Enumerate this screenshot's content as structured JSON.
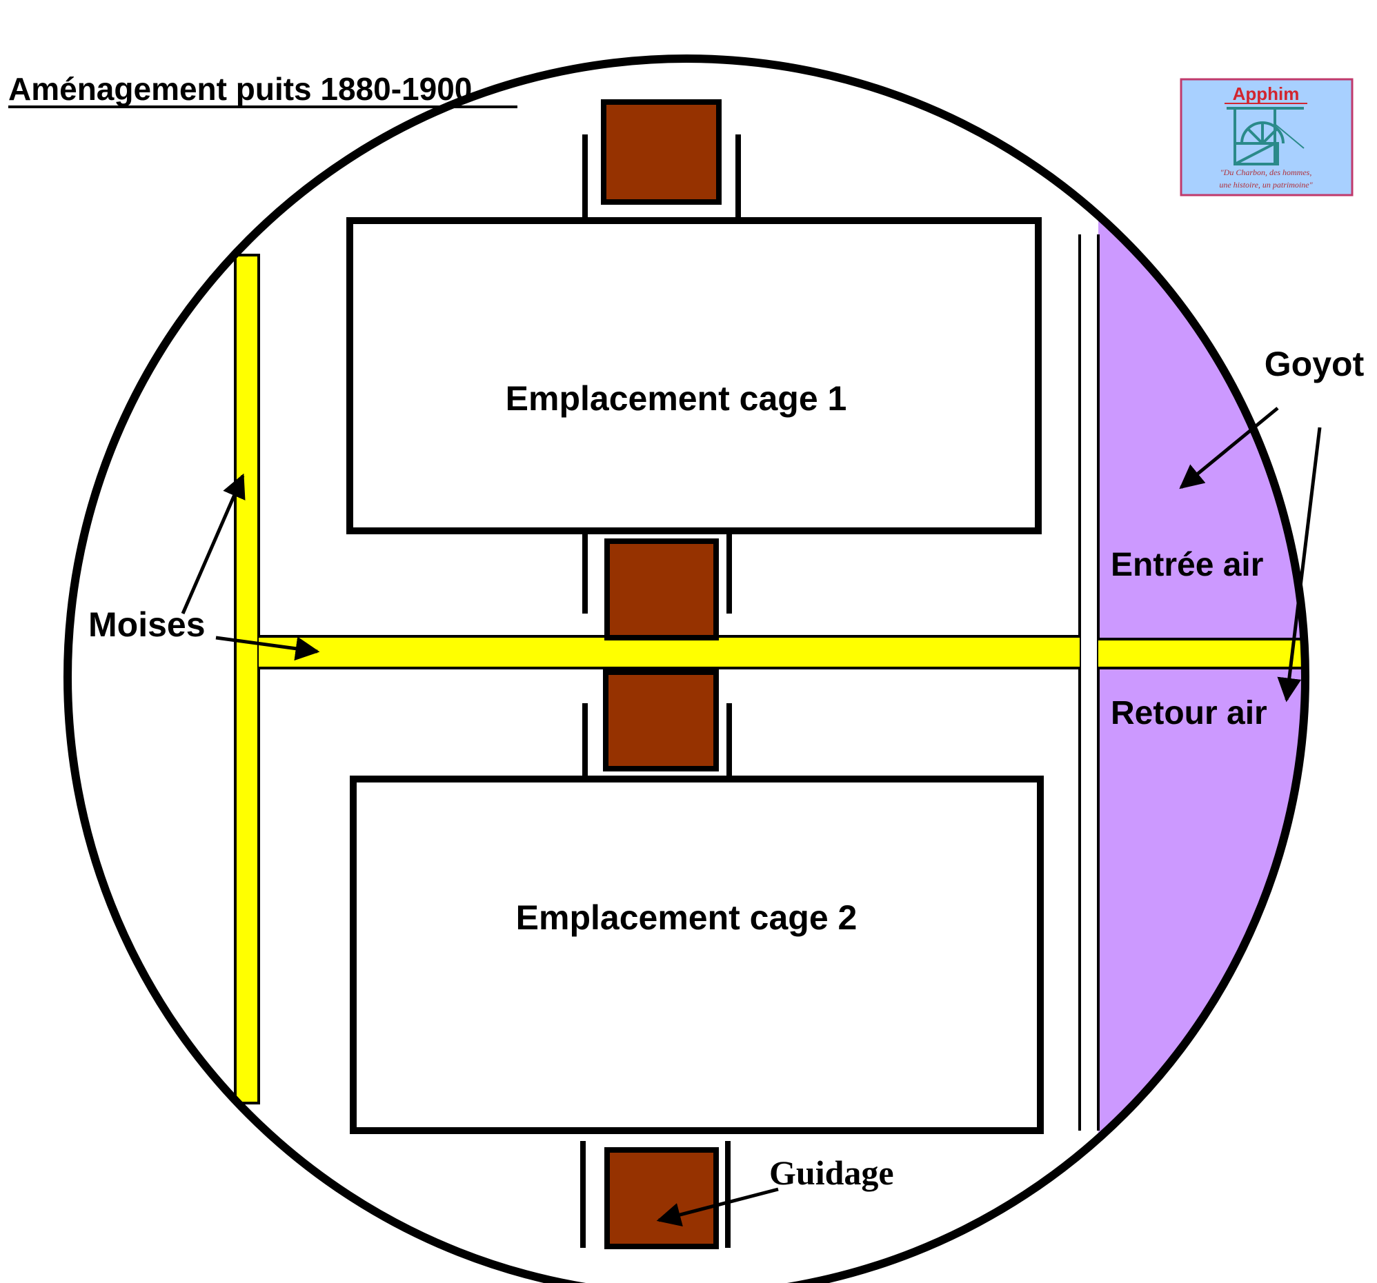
{
  "title": "Aménagement puits 1880-1900",
  "labels": {
    "cage1": "Emplacement cage 1",
    "cage2": "Emplacement cage 2",
    "goyot": "Goyot",
    "entree_air": "Entrée air",
    "retour_air": "Retour air",
    "moises": "Moises",
    "guidage": "Guidage"
  },
  "logo": {
    "name": "Apphim",
    "motto_line1": "\"Du Charbon, des hommes,",
    "motto_line2": "une histoire, un patrimoine\""
  },
  "colors": {
    "outline": "#000000",
    "moises": "#ffff00",
    "guidage": "#963200",
    "goyot": "#cc99ff",
    "logo_bg": "#a8d0ff",
    "logo_border": "#c0396b",
    "logo_text": "#d1262f",
    "logo_headframe": "#2a8a8a"
  }
}
